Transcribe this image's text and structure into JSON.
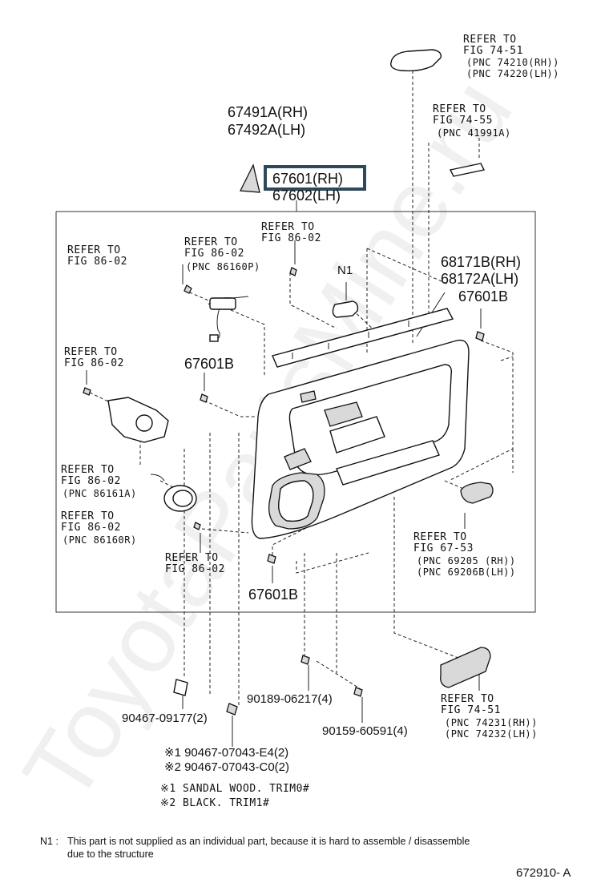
{
  "watermark": "ToyotaPartsMine.ru",
  "labels": {
    "refer_7451_top": [
      "REFER TO",
      "FIG 74-51",
      "(PNC 74210(RH))",
      "(PNC 74220(LH))"
    ],
    "refer_7455": [
      "REFER TO",
      "FIG 74-55",
      "(PNC 41991A)"
    ],
    "pn_67491": [
      "67491A(RH)",
      "67492A(LH)"
    ],
    "pn_67601_highlight": "67601(RH)",
    "pn_67602": "67602(LH)",
    "refer_8602_a": [
      "REFER TO",
      "FIG 86-02"
    ],
    "refer_8602_b": [
      "REFER TO",
      "FIG 86-02",
      "(PNC 86160P)"
    ],
    "refer_8602_c": [
      "REFER TO",
      "FIG 86-02"
    ],
    "n1": "N1",
    "pn_68171": [
      "68171B(RH)",
      "68172A(LH)"
    ],
    "pn_67601b_right": "67601B",
    "refer_8602_d": [
      "REFER TO",
      "FIG 86-02"
    ],
    "pn_67601b_mid": "67601B",
    "refer_8602_e": [
      "REFER TO",
      "FIG 86-02",
      "(PNC 86161A)"
    ],
    "refer_8602_f": [
      "REFER TO",
      "FIG 86-02",
      "(PNC 86160R)"
    ],
    "refer_8602_g": [
      "REFER TO",
      "FIG 86-02"
    ],
    "pn_67601b_bottom": "67601B",
    "refer_6753": [
      "REFER TO",
      "FIG 67-53",
      "(PNC 69205 (RH))",
      "(PNC 69206B(LH))"
    ],
    "pn_90189": "90189-06217(4)",
    "pn_90467_09177": "90467-09177(2)",
    "pn_90159": "90159-60591(4)",
    "refer_7451_bottom": [
      "REFER TO",
      "FIG 74-51",
      "(PNC 74231(RH))",
      "(PNC 74232(LH))"
    ],
    "pn_90467_e4": "※1  90467-07043-E4(2)",
    "pn_90467_c0": "※2  90467-07043-C0(2)",
    "legend_1": "※1  SANDAL WOOD. TRIM0#",
    "legend_2": "※2  BLACK. TRIM1#",
    "note_label": "N1 :",
    "note_text": [
      "This part is not supplied as an individual part, because it is hard to assemble / disassemble",
      "due to the structure"
    ],
    "figure_id": "672910- A"
  },
  "highlight_color": "#2e4a5a"
}
